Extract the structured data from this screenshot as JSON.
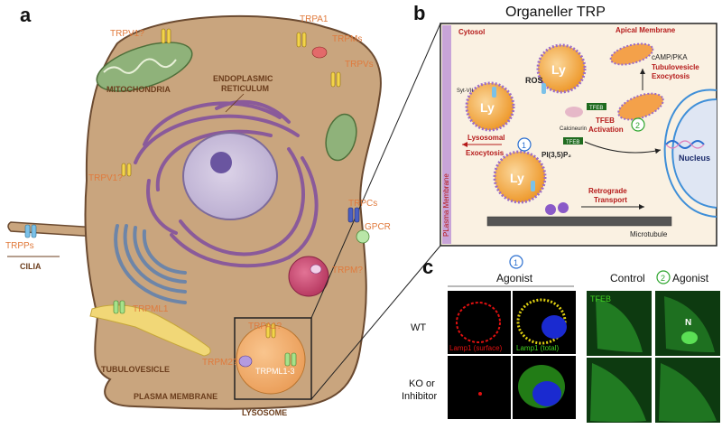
{
  "panel_a": {
    "label": "a",
    "channels": {
      "trpv1_top": "TRPV1?",
      "trpa1": "TRPA1",
      "trpms": "TRPMs",
      "trpvs": "TRPVs",
      "trpv1_er": "TRPV1?",
      "trpcs": "TRPCs",
      "gpcr": "GPCR",
      "trpps": "TRPPs",
      "trpml1": "TRPML1",
      "trpm": "TRPM?",
      "trpa1_lyso": "TRPA1?",
      "trpm2": "TRPM2?",
      "trpml1_3": "TRPML1-3"
    },
    "organelles": {
      "mitochondria": "MITOCHONDRIA",
      "er_line1": "ENDOPLASMIC",
      "er_line2": "RETICULUM",
      "cilia": "CILIA",
      "tubulovesicle": "TUBULOVESICLE",
      "plasma_membrane": "PLASMA MEMBRANE",
      "lysosome": "LYSOSOME"
    }
  },
  "panel_b": {
    "label": "b",
    "title": "Organeller TRP",
    "cytosol": "Cytosol",
    "plasma_membrane": "PLasma Membrane",
    "syt": "Syt-VII",
    "ros": "ROS",
    "ly": "Ly",
    "apical_membrane": "Apical Membrane",
    "camp_pka": "cAMP/PKA",
    "tubulovesicle_exocytosis_1": "Tubulovesicle",
    "tubulovesicle_exocytosis_2": "Exocytosis",
    "lysosomal_exocytosis_1": "Lysosomal",
    "lysosomal_exocytosis_2": "Exocytosis",
    "calcineurin": "Calcineurin",
    "tfeb": "TFEB",
    "tfeb_activation_1": "TFEB",
    "tfeb_activation_2": "Activation",
    "pi35p2": "PI(3,5)P₂",
    "nucleus": "Nucleus",
    "retrograde_1": "Retrograde",
    "retrograde_2": "Transport",
    "microtubule": "Microtubule",
    "step1": "1",
    "step2": "2"
  },
  "panel_c": {
    "label": "c",
    "group1_number": "1",
    "group1_title": "Agonist",
    "group2_number": "2",
    "group2_control": "Control",
    "group2_agonist": "Agonist",
    "row_wt": "WT",
    "row_ko_1": "KO or",
    "row_ko_2": "Inhibitor",
    "lamp1_surface": "Lamp1 (surface)",
    "lamp1_total": "Lamp1 (total)",
    "tfeb_label": "TFEB",
    "n_label": "N"
  },
  "colors": {
    "cell_fill": "#c9a57e",
    "cell_stroke": "#6b4a30",
    "label_orange": "#e07a3c",
    "label_brown": "#6b3d1c",
    "er_purple": "#8a5a9a",
    "nucleus_fill": "#c5bad6",
    "panel_b_bg": "#faf1e2",
    "lysosome_orange": "#f4a14a",
    "lamp_red": "#e01010",
    "lamp_green": "#40d020",
    "tfeb_green": "#2fa62f"
  }
}
